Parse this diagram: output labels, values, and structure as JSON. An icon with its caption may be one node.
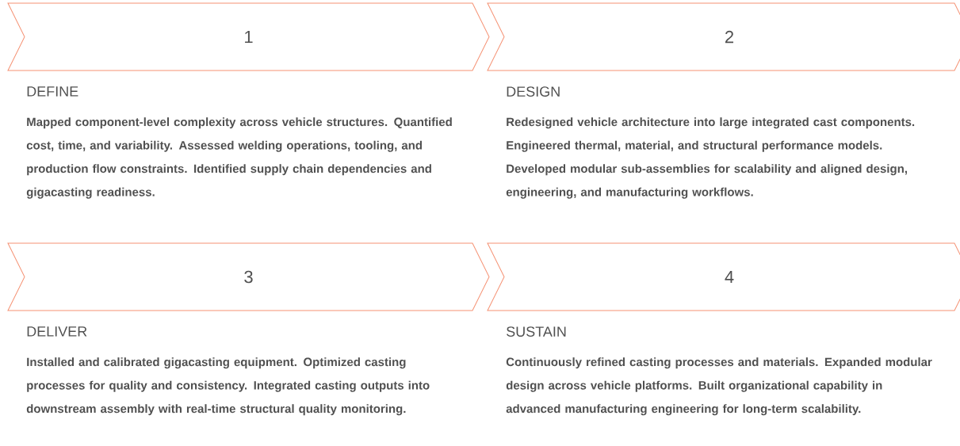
{
  "diagram": {
    "nodes": [
      {
        "text": [
          "1"
        ],
        "beside": [
          "DEFINE",
          "Mapped component-level complexity across vehicle structures. Quantified cost, time, and variability. Assessed welding operations, tooling, and production flow constraints. Identified supply chain dependencies and gigacasting readiness."
        ]
      },
      {
        "text": [
          "2"
        ],
        "beside": [
          "DESIGN",
          "Redesigned vehicle architecture into large integrated cast components. Engineered thermal, material, and structural performance models. Developed modular sub-assemblies for scalability and aligned design, engineering, and manufacturing workflows."
        ]
      },
      {
        "text": [
          "3"
        ],
        "beside": [
          "DELIVER",
          "Installed and calibrated gigacasting equipment. Optimized casting processes for quality and consistency. Integrated casting outputs into downstream assembly with real-time structural quality monitoring."
        ]
      },
      {
        "text": [
          "4"
        ],
        "beside": [
          "SUSTAIN",
          "Continuously refined casting processes and materials. Expanded modular design across vehicle platforms. Built organizational capability in advanced manufacturing engineering for long-term scalability."
        ]
      }
    ]
  }
}
